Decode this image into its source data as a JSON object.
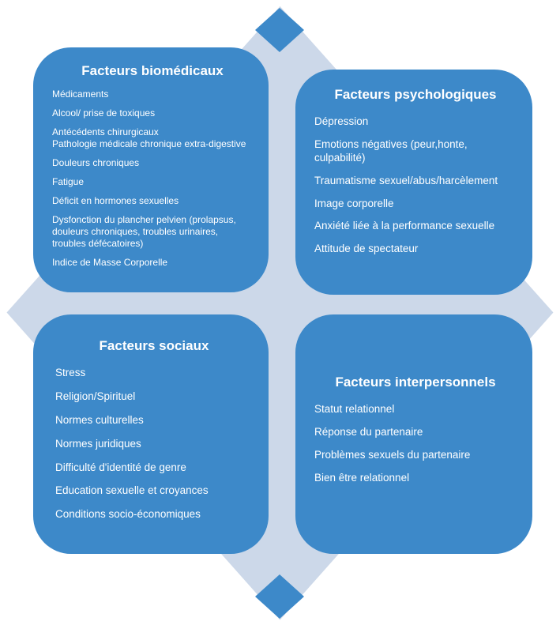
{
  "diagram": {
    "colors": {
      "box_blue": "#3d89c9",
      "diamond_light": "#ccd8e9",
      "text": "#ffffff"
    },
    "quadrants": [
      {
        "title": "Facteurs biomédicaux",
        "items": [
          "Médicaments",
          "Alcool/ prise de toxiques",
          "Antécédents chirurgicaux\nPathologie médicale chronique extra-digestive",
          "Douleurs chroniques",
          "Fatigue",
          "Déficit en hormones sexuelles",
          "Dysfonction du plancher pelvien (prolapsus, douleurs chroniques, troubles urinaires, troubles défécatoires)",
          "Indice de Masse Corporelle"
        ]
      },
      {
        "title": "Facteurs psychologiques",
        "items": [
          "Dépression",
          "Emotions négatives (peur,honte, culpabilité)",
          "Traumatisme sexuel/abus/harcèlement",
          "Image corporelle",
          "Anxiété liée à la performance sexuelle",
          "Attitude de spectateur"
        ]
      },
      {
        "title": "Facteurs sociaux",
        "items": [
          "Stress",
          "Religion/Spirituel",
          "Normes culturelles",
          "Normes juridiques",
          "Difficulté d'identité de genre",
          "Education sexuelle et croyances",
          "Conditions socio-économiques"
        ]
      },
      {
        "title": "Facteurs interpersonnels",
        "items": [
          "Statut relationnel",
          "Réponse du partenaire",
          "Problèmes sexuels du partenaire",
          "Bien être relationnel"
        ]
      }
    ]
  }
}
